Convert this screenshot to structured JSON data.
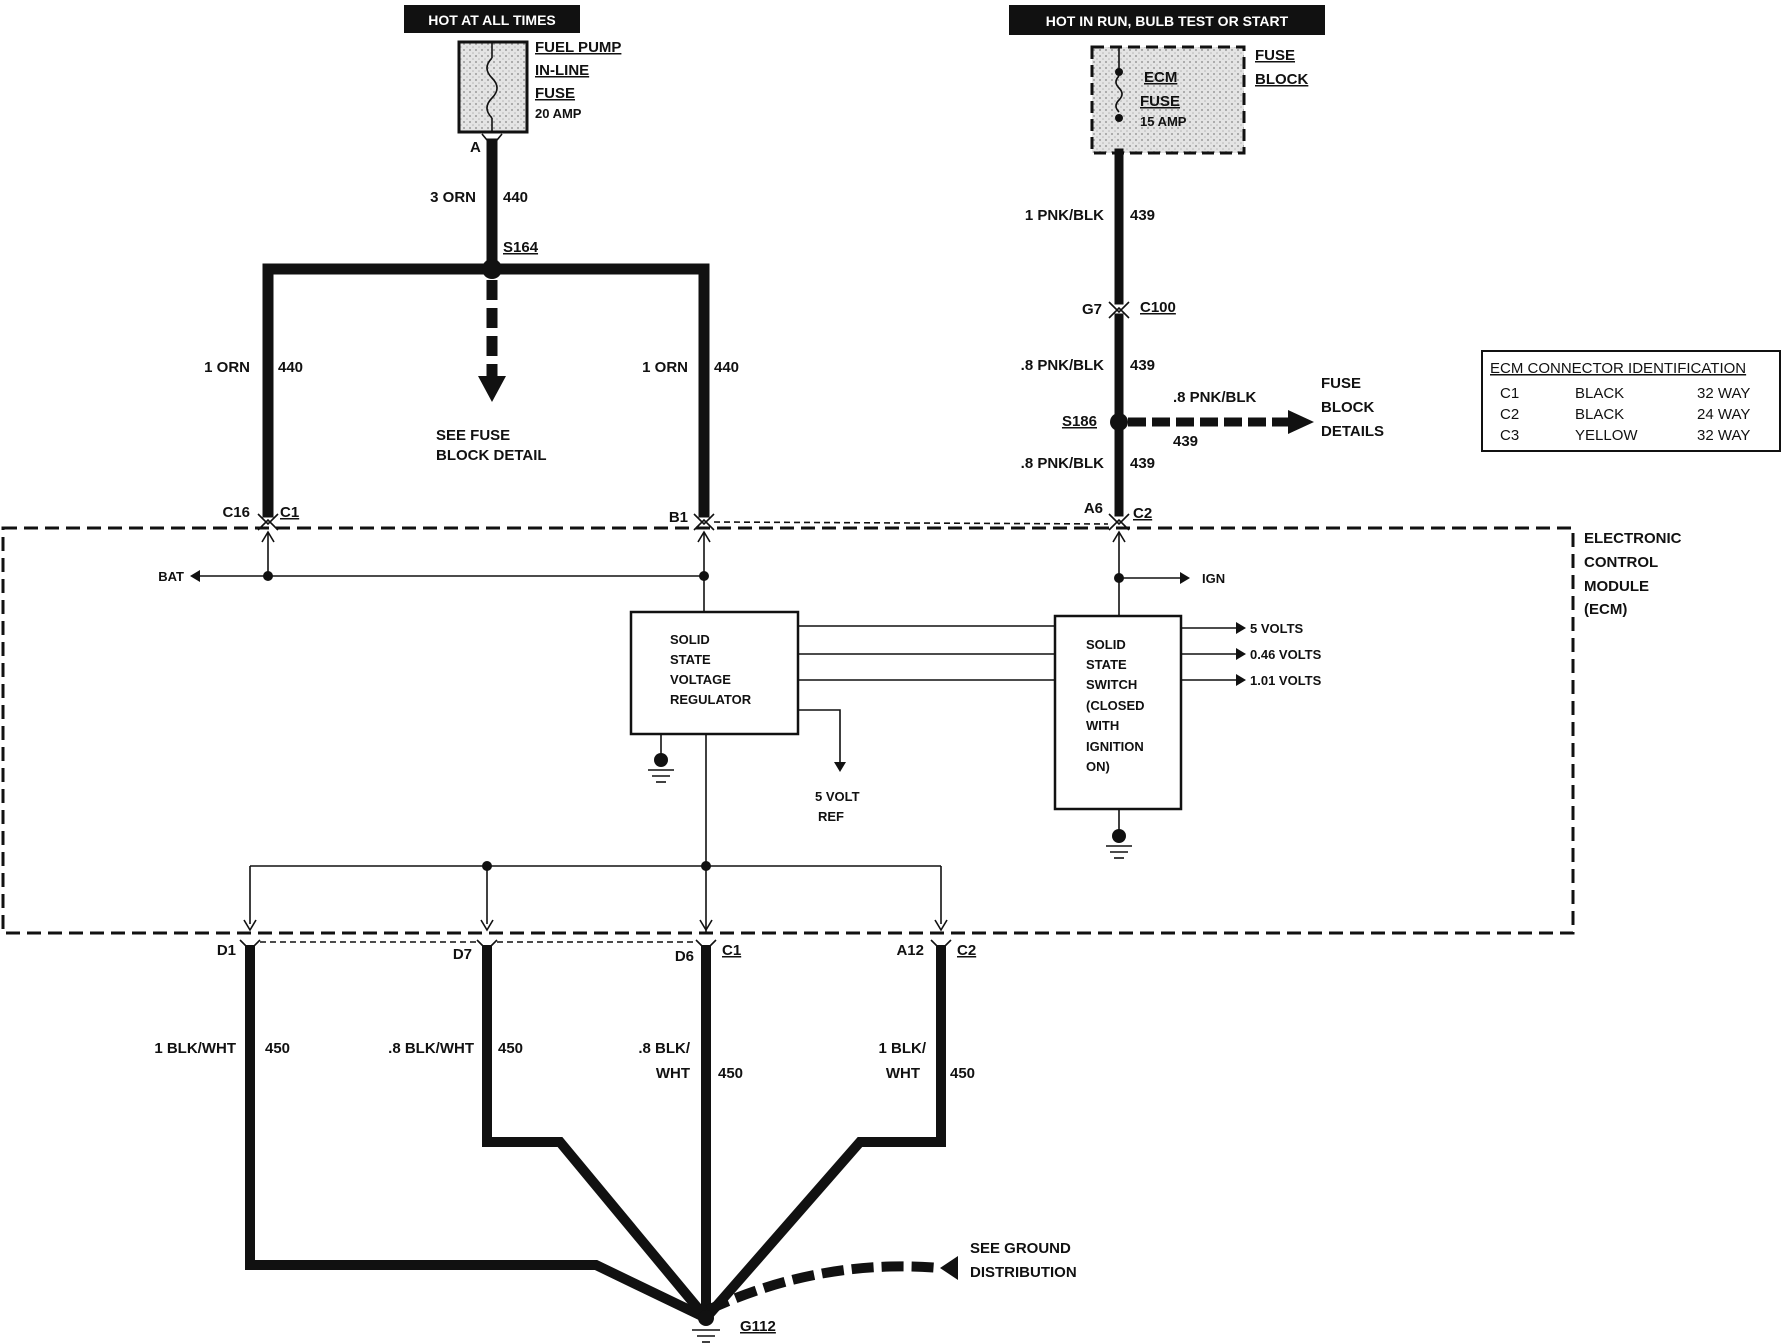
{
  "supplies": {
    "left_header": "HOT AT ALL TIMES",
    "right_header": "HOT IN RUN, BULB TEST OR START"
  },
  "fuel_fuse": {
    "line1": "FUEL PUMP",
    "line2": "IN-LINE",
    "line3": "FUSE",
    "rating": "20 AMP",
    "terminal": "A"
  },
  "fuse_block": {
    "label_line1": "FUSE",
    "label_line2": "BLOCK",
    "fuse_line1": "ECM",
    "fuse_line2": "FUSE",
    "rating": "15 AMP"
  },
  "wires": {
    "w_main_size": "3 ORN",
    "w_main_circuit": "440",
    "splice_s164": "S164",
    "w_left_size": "1 ORN",
    "w_left_circuit": "440",
    "w_mid_size": "1 ORN",
    "w_mid_circuit": "440",
    "see_fuse_line1": "SEE FUSE",
    "see_fuse_line2": "BLOCK DETAIL",
    "w_pnk1_size": "1 PNK/BLK",
    "w_pnk1_circuit": "439",
    "conn_g7": "G7",
    "conn_c100": "C100",
    "w_pnk2_size": ".8 PNK/BLK",
    "w_pnk2_circuit": "439",
    "splice_s186": "S186",
    "w_branch_size": ".8 PNK/BLK",
    "w_branch_circuit": "439",
    "fuse_block_details_1": "FUSE",
    "fuse_block_details_2": "BLOCK",
    "fuse_block_details_3": "DETAILS",
    "w_pnk3_size": ".8 PNK/BLK",
    "w_pnk3_circuit": "439"
  },
  "pins_top": {
    "c16": "C16",
    "c1": "C1",
    "b1": "B1",
    "a6": "A6",
    "c2": "C2"
  },
  "ecm": {
    "label_line1": "ELECTRONIC",
    "label_line2": "CONTROL",
    "label_line3": "MODULE",
    "label_line4": "(ECM)",
    "bat": "BAT",
    "ign": "IGN",
    "regulator_lines": [
      "SOLID",
      "STATE",
      "VOLTAGE",
      "REGULATOR"
    ],
    "switch_lines": [
      "SOLID",
      "STATE",
      "SWITCH",
      "(CLOSED",
      "WITH",
      "IGNITION",
      "ON)"
    ],
    "out_5v": "5 VOLTS",
    "out_046": "0.46 VOLTS",
    "out_101": "1.01 VOLTS",
    "ref_line1": "5 VOLT",
    "ref_line2": "REF"
  },
  "pins_bottom": {
    "d1": "D1",
    "d7": "D7",
    "d6": "D6",
    "c1": "C1",
    "a12": "A12",
    "c2": "C2"
  },
  "ground_wires": {
    "g1_size": "1 BLK/WHT",
    "g1_circuit": "450",
    "g2_size": ".8 BLK/WHT",
    "g2_circuit": "450",
    "g3_size_line1": ".8 BLK/",
    "g3_size_line2": "WHT",
    "g3_circuit": "450",
    "g4_size_line1": "1 BLK/",
    "g4_size_line2": "WHT",
    "g4_circuit": "450",
    "see_ground_1": "SEE GROUND",
    "see_ground_2": "DISTRIBUTION",
    "ground_id": "G112"
  },
  "connector_table": {
    "title": "ECM CONNECTOR IDENTIFICATION",
    "rows": [
      {
        "id": "C1",
        "color": "BLACK",
        "ways": "32 WAY"
      },
      {
        "id": "C2",
        "color": "BLACK",
        "ways": "24 WAY"
      },
      {
        "id": "C3",
        "color": "YELLOW",
        "ways": "32 WAY"
      }
    ]
  }
}
